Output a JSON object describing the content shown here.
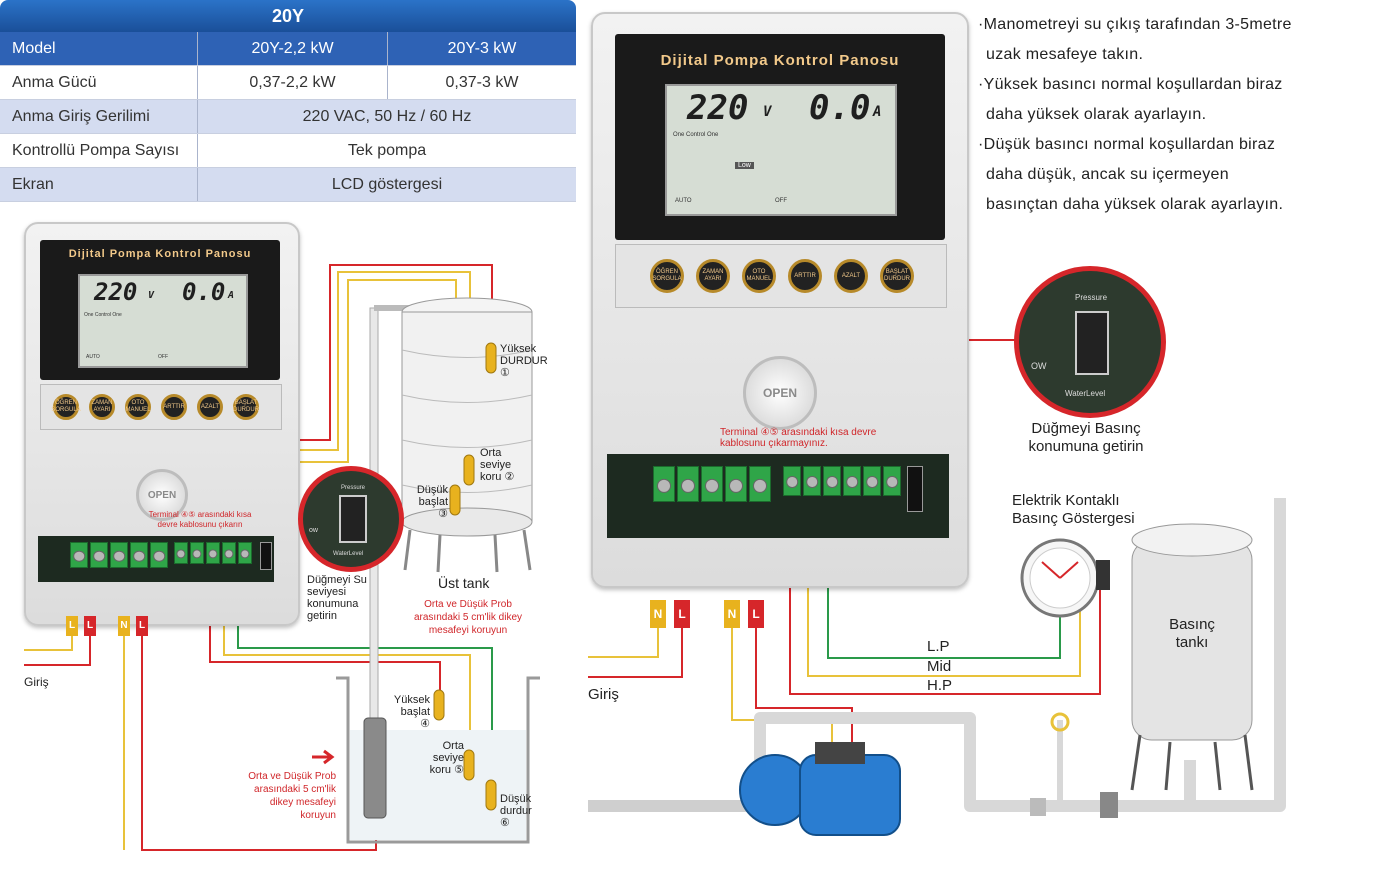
{
  "table": {
    "title": "20Y",
    "header": {
      "col0": "Model",
      "col1": "20Y-2,2 kW",
      "col2": "20Y-3 kW"
    },
    "rows": [
      {
        "label": "Anma Gücü",
        "v1": "0,37-2,2 kW",
        "v2": "0,37-3 kW"
      },
      {
        "label": "Anma Giriş Gerilimi",
        "span": "220 VAC, 50 Hz / 60 Hz"
      },
      {
        "label": "Kontrollü Pompa Sayısı",
        "span": "Tek pompa"
      },
      {
        "label": "Ekran",
        "span": "LCD göstergesi"
      }
    ],
    "colors": {
      "header_bar": "#2e62b5",
      "shade_row": "#d4dcf0"
    }
  },
  "panel": {
    "title": "Dijital Pompa Kontrol Panosu",
    "voltage": "220",
    "voltage_unit": "V",
    "current": "0.0",
    "current_unit": "A",
    "lcd_mode": "One Control One",
    "lcd_low": "Low",
    "lcd_auto": "AUTO",
    "lcd_off": "OFF",
    "open_label": "OPEN",
    "buttons": [
      {
        "label": "ÖĞREN SORGULA"
      },
      {
        "label": "ZAMAN AYARI"
      },
      {
        "label": "OTO MANUEL"
      },
      {
        "label": "ARTTIR"
      },
      {
        "label": "AZALT"
      },
      {
        "label": "BAŞLAT DURDUR"
      }
    ]
  },
  "left_diagram": {
    "warning": "Terminal ④⑤ arasındaki kısa devre kablosunu çıkarın",
    "switch_note": "Düğmeyi Su seviyesi konumuna getirin",
    "zoom_pressure": "Pressure",
    "zoom_waterlevel": "WaterLevel",
    "zoom_ow": "ow",
    "input_label": "Giriş",
    "tank_label": "Üst tank",
    "tank_note": "Orta ve Düşük Prob arasındaki 5 cm'lik dikey mesafeyi koruyun",
    "well_note": "Orta ve Düşük Prob arasındaki 5 cm'lik dikey mesafeyi koruyun",
    "probes": [
      {
        "label": "Yüksek DURDUR",
        "num": "①"
      },
      {
        "label": "Orta seviye koru",
        "num": "②"
      },
      {
        "label": "Düşük başlat",
        "num": "③"
      },
      {
        "label": "Yüksek başlat",
        "num": "④"
      },
      {
        "label": "Orta seviye koru",
        "num": "⑤"
      },
      {
        "label": "Düşük durdur",
        "num": "⑥"
      }
    ],
    "tags": [
      "L",
      "L",
      "N",
      "L"
    ]
  },
  "right_diagram": {
    "warning": "Terminal ④⑤ arasındaki kısa devre kablosunu çıkarmayınız.",
    "switch_note": "Düğmeyi Basınç konumuna getirin",
    "zoom_pressure": "Pressure",
    "zoom_waterlevel": "WaterLevel",
    "zoom_ow": "OW",
    "gauge_label": "Elektrik Kontaklı Basınç Göstergesi",
    "tank_label": "Basınç tankı",
    "input_label": "Giriş",
    "lines": {
      "lp": "L.P",
      "mid": "Mid",
      "hp": "H.P"
    },
    "tags": [
      "N",
      "L",
      "N",
      "L"
    ]
  },
  "instructions": [
    "·Manometreyi su çıkış tarafından 3-5metre",
    "uzak mesafeye takın.",
    "·Yüksek basıncı normal koşullardan biraz",
    "daha yüksek olarak ayarlayın.",
    "·Düşük basıncı normal koşullardan biraz",
    "daha düşük, ancak su içermeyen",
    "basınçtan daha yüksek olarak ayarlayın."
  ],
  "colors": {
    "wire_red": "#d6262a",
    "wire_yellow": "#e8c23a",
    "wire_green": "#2a9a4a",
    "tag_yellow": "#e8b21e",
    "tag_red": "#d6262a",
    "panel_title": "#f2c98a"
  }
}
